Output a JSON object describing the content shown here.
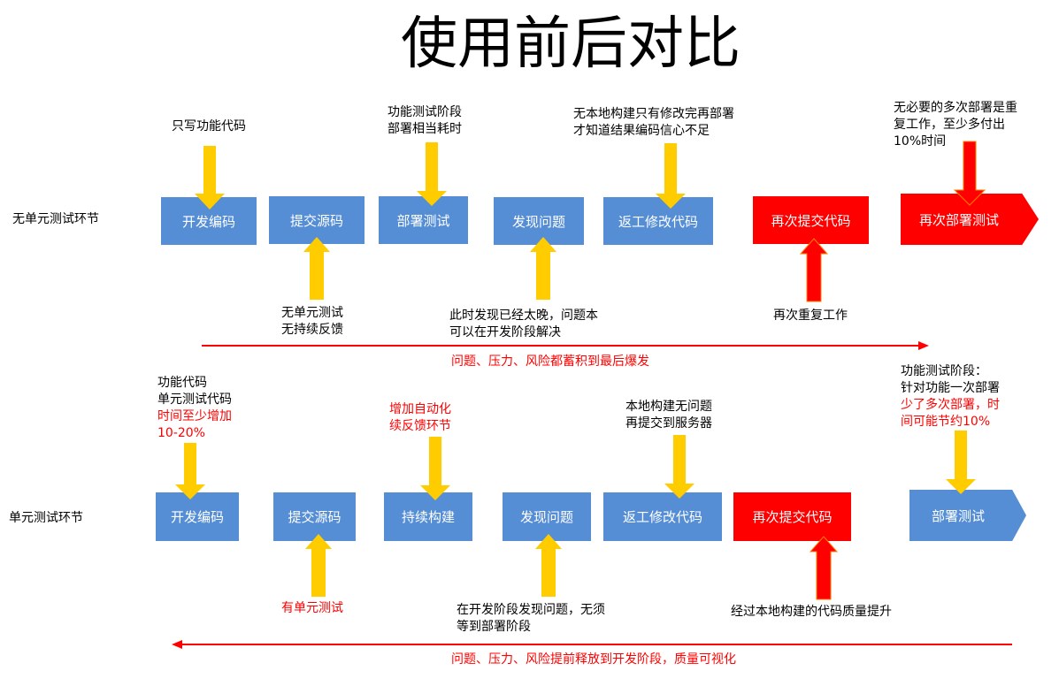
{
  "title": "使用前后对比",
  "colors": {
    "step_blue": "#558ed5",
    "step_red": "#ff0000",
    "arrow_yellow": "#ffcc00",
    "accent_red": "#ff0000"
  },
  "without": {
    "row_label": "无单元测试环节",
    "steps": [
      {
        "label": "开发编码",
        "color": "blue"
      },
      {
        "label": "提交源码",
        "color": "blue"
      },
      {
        "label": "部署测试",
        "color": "blue"
      },
      {
        "label": "发现问题",
        "color": "blue"
      },
      {
        "label": "返工修改代码",
        "color": "blue"
      },
      {
        "label": "再次提交代码",
        "color": "red"
      },
      {
        "label": "再次部署测试",
        "color": "red"
      }
    ],
    "top_notes": [
      {
        "lines": [
          "只写功能代码"
        ]
      },
      {
        "lines": [
          "功能测试阶段",
          "部署相当耗时"
        ]
      },
      {
        "lines": [
          "无本地构建只有修改完再部署",
          "才知道结果编码信心不足"
        ]
      },
      {
        "lines": [
          "无必要的多次部署是重",
          "复工作，至少多付出",
          "10%时间"
        ]
      }
    ],
    "bottom_notes": [
      {
        "lines": [
          "无单元测试",
          "无持续反馈"
        ]
      },
      {
        "lines": [
          "此时发现已经太晚，问题本",
          "可以在开发阶段解决"
        ]
      },
      {
        "lines": [
          "再次重复工作"
        ]
      }
    ],
    "timeline_direction": "right",
    "timeline_caption": "问题、压力、风险都蓄积到最后爆发"
  },
  "with": {
    "row_label": "单元测试环节",
    "steps": [
      {
        "label": "开发编码",
        "color": "blue"
      },
      {
        "label": "提交源码",
        "color": "blue"
      },
      {
        "label": "持续构建",
        "color": "blue"
      },
      {
        "label": "发现问题",
        "color": "blue"
      },
      {
        "label": "返工修改代码",
        "color": "blue"
      },
      {
        "label": "再次提交代码",
        "color": "red"
      },
      {
        "label": "部署测试",
        "color": "blue"
      }
    ],
    "top_notes": [
      {
        "black": [
          "功能代码",
          "单元测试代码"
        ],
        "red": [
          "时间至少增加",
          "10-20%"
        ]
      },
      {
        "red": [
          "增加自动化",
          "续反馈环节"
        ]
      },
      {
        "black": [
          "本地构建无问题",
          "再提交到服务器"
        ]
      },
      {
        "black": [
          "功能测试阶段：",
          "针对功能一次部署"
        ],
        "red": [
          "少了多次部署，时",
          "间可能节约10%"
        ]
      }
    ],
    "bottom_notes": [
      {
        "red": [
          "有单元测试"
        ]
      },
      {
        "black": [
          "在开发阶段发现问题，无须",
          "等到部署阶段"
        ]
      },
      {
        "black": [
          "经过本地构建的代码质量提升"
        ]
      }
    ],
    "timeline_direction": "left",
    "timeline_caption": "问题、压力、风险提前释放到开发阶段，质量可视化"
  }
}
